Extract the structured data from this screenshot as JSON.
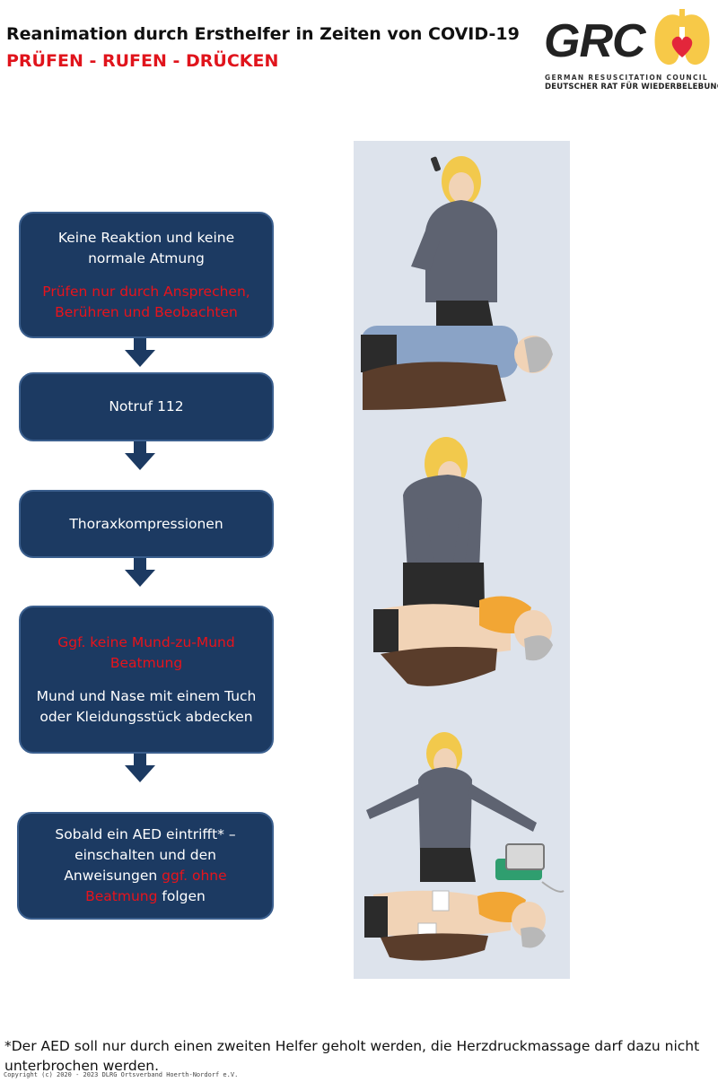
{
  "header": {
    "title": "Reanimation durch Ersthelfer in Zeiten von COVID-19",
    "subtitle": "PRÜFEN - RUFEN - DRÜCKEN"
  },
  "logo": {
    "name": "GRC",
    "line1": "GERMAN RESUSCITATION COUNCIL",
    "line2": "DEUTSCHER RAT FÜR WIEDERBELEBUNG"
  },
  "steps": [
    {
      "text": "Keine Reaktion und keine normale Atmung",
      "note": "Prüfen nur durch Ansprechen, Berühren und Beobachten"
    },
    {
      "text": "Notruf 112"
    },
    {
      "text": "Thoraxkompressionen"
    },
    {
      "note": "Ggf. keine Mund-zu-Mund Beatmung",
      "text": "Mund und Nase mit einem Tuch oder Kleidungsstück abdecken"
    },
    {
      "text_before": "Sobald ein AED eintrifft* – einschalten und den Anweisungen ",
      "text_red": "ggf. ohne Beatmung",
      "text_after": " folgen"
    }
  ],
  "footnote": "*Der AED soll nur durch einen zweiten Helfer geholt werden, die Herzdruckmassage darf dazu nicht unterbrochen werden.",
  "copyright": "Copyright (c) 2020 - 2023 DLRG Ortsverband Hoerth-Nordorf e.V.",
  "colors": {
    "box": "#1c3a62",
    "accent_red": "#e8131b",
    "panel": "#dde3ec"
  }
}
